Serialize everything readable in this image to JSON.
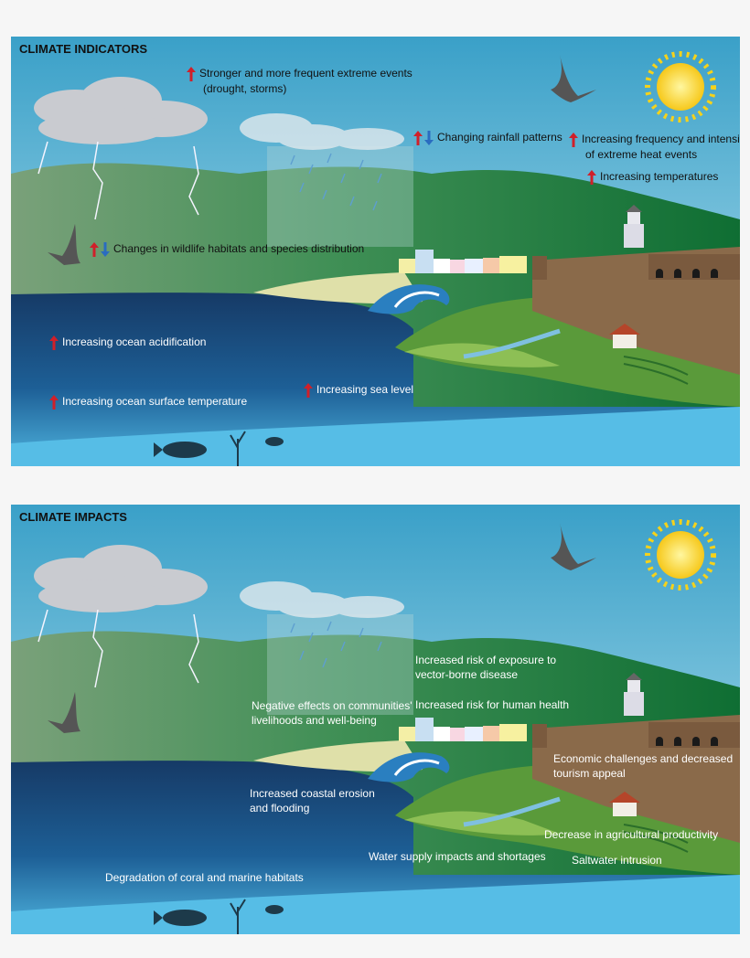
{
  "colors": {
    "sky_top": "#3aa0c8",
    "sky_bottom": "#bfe7f2",
    "hill_left": "#7aa17a",
    "hill_right": "#0f6e33",
    "ocean_top": "#163a66",
    "ocean_bottom": "#4fb4df",
    "sand": "#dfe0a9",
    "fort": "#8a6a4a",
    "arrow_up": "#d0202a",
    "arrow_down": "#2a6cc0",
    "sun": "#f6d21a"
  },
  "indicators": {
    "title": "CLIMATE INDICATORS",
    "items": [
      {
        "icon": "up-arrow-icon",
        "text": "Stronger and more frequent extreme events",
        "text2": "(drought, storms)"
      },
      {
        "icon": "up-down-arrows-icon",
        "text": "Changing rainfall patterns"
      },
      {
        "icon": "up-arrow-icon",
        "text": "Increasing frequency and intensity",
        "text2": "of extreme heat events"
      },
      {
        "icon": "up-arrow-icon",
        "text": "Increasing temperatures"
      },
      {
        "icon": "up-down-arrows-icon",
        "text": "Changes in wildlife habitats and species distribution"
      },
      {
        "icon": "up-arrow-icon",
        "text": "Increasing ocean acidification"
      },
      {
        "icon": "up-arrow-icon",
        "text": "Increasing sea level"
      },
      {
        "icon": "up-arrow-icon",
        "text": "Increasing ocean surface temperature"
      }
    ]
  },
  "impacts": {
    "title": "CLIMATE IMPACTS",
    "items": [
      {
        "text": "Increased risk of exposure to",
        "text2": "vector-borne disease"
      },
      {
        "text": "Increased risk for human health"
      },
      {
        "text": "Negative effects on communities'",
        "text2": "livelihoods and well-being"
      },
      {
        "text": "Economic challenges and decreased",
        "text2": "tourism appeal"
      },
      {
        "text": "Increased coastal erosion",
        "text2": "and flooding"
      },
      {
        "text": "Decrease in agricultural productivity"
      },
      {
        "text": "Water supply impacts and shortages"
      },
      {
        "text": "Saltwater intrusion"
      },
      {
        "text": "Degradation of coral and marine habitats"
      }
    ]
  }
}
